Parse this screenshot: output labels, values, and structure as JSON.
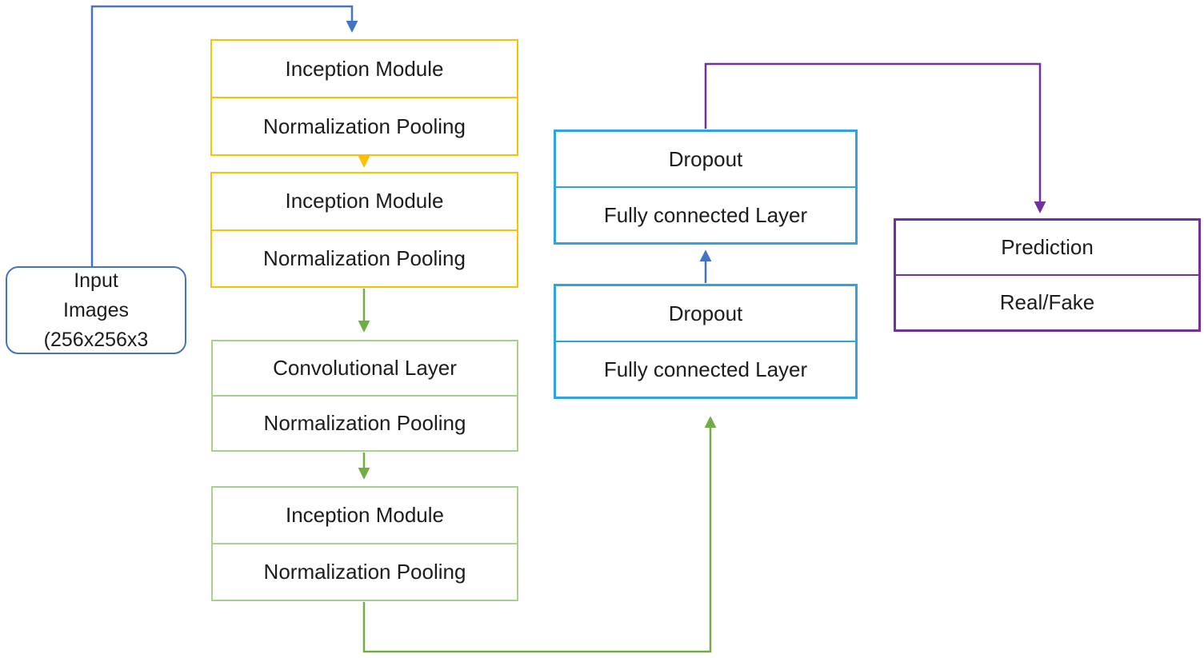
{
  "figure": {
    "type": "flow-diagram",
    "description": "Convolutional neural network (inception-based discriminator) architecture flow from input images to real/fake prediction"
  },
  "colors": {
    "blue": "#4472C4",
    "orange": "#FFC000",
    "green_light": "#A9D18E",
    "green_dark": "#70AD47",
    "sky_blue": "#2FA3DE",
    "purple": "#7030A0",
    "text": "#1C1C1C"
  },
  "nodes": {
    "input": {
      "line1": "Input",
      "line2": "Images",
      "line3": "(256x256x3"
    },
    "inception1": {
      "top": "Inception Module",
      "bottom": "Normalization Pooling"
    },
    "inception2": {
      "top": "Inception Module",
      "bottom": "Normalization Pooling"
    },
    "conv": {
      "top": "Convolutional Layer",
      "bottom": "Normalization Pooling"
    },
    "inception3": {
      "top": "Inception Module",
      "bottom": "Normalization Pooling"
    },
    "dropout_upper": {
      "top": "Dropout",
      "bottom": "Fully connected Layer"
    },
    "dropout_lower": {
      "top": "Dropout",
      "bottom": "Fully connected Layer"
    },
    "prediction": {
      "top": "Prediction",
      "bottom": "Real/Fake"
    }
  },
  "connectors": [
    {
      "from": "input",
      "to": "inception1",
      "color": "#4472C4"
    },
    {
      "from": "inception1",
      "to": "inception2",
      "color": "#FFC000"
    },
    {
      "from": "inception2",
      "to": "conv",
      "color": "#70AD47"
    },
    {
      "from": "conv",
      "to": "inception3",
      "color": "#70AD47"
    },
    {
      "from": "inception3",
      "to": "dropout_lower",
      "color": "#70AD47"
    },
    {
      "from": "dropout_lower",
      "to": "dropout_upper",
      "color": "#4472C4"
    },
    {
      "from": "dropout_upper",
      "to": "prediction",
      "color": "#7030A0"
    }
  ]
}
